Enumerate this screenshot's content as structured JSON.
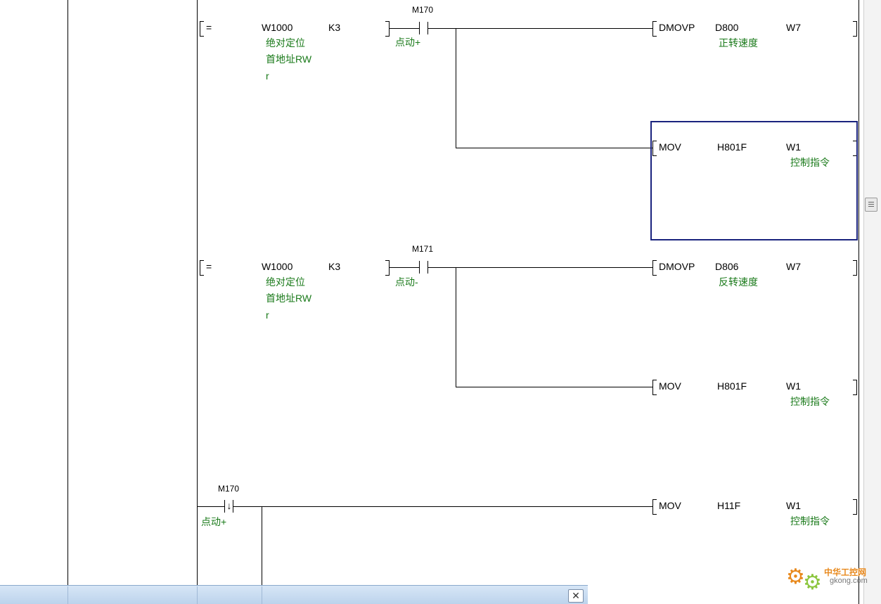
{
  "rungs": [
    {
      "compare": {
        "op": "=",
        "operand1": "W1000",
        "operand1_comment": [
          "绝对定位",
          "首地址RW",
          "r"
        ],
        "operand2": "K3"
      },
      "contact": {
        "device": "M170",
        "comment": "点动+"
      },
      "outputs": [
        {
          "instruction": "DMOVP",
          "operand1": "D800",
          "operand1_comment": "正转速度",
          "operand2": "W7",
          "operand2_comment": ""
        },
        {
          "instruction": "MOV",
          "operand1": "H801F",
          "operand1_comment": "",
          "operand2": "W1",
          "operand2_comment": "控制指令"
        }
      ]
    },
    {
      "compare": {
        "op": "=",
        "operand1": "W1000",
        "operand1_comment": [
          "绝对定位",
          "首地址RW",
          "r"
        ],
        "operand2": "K3"
      },
      "contact": {
        "device": "M171",
        "comment": "点动-"
      },
      "outputs": [
        {
          "instruction": "DMOVP",
          "operand1": "D806",
          "operand1_comment": "反转速度",
          "operand2": "W7",
          "operand2_comment": ""
        },
        {
          "instruction": "MOV",
          "operand1": "H801F",
          "operand1_comment": "",
          "operand2": "W1",
          "operand2_comment": "控制指令"
        }
      ]
    },
    {
      "contact": {
        "device": "M170",
        "comment": "点动+",
        "type": "falling-edge"
      },
      "outputs": [
        {
          "instruction": "MOV",
          "operand1": "H11F",
          "operand1_comment": "",
          "operand2": "W1",
          "operand2_comment": "控制指令"
        }
      ]
    }
  ],
  "taskbar": {
    "close_symbol": "✕"
  },
  "watermark": {
    "cn": "中华工控网",
    "en": "gkong.com"
  },
  "colors": {
    "comment": "#1a7a1a",
    "cursor": "#1a237e",
    "taskbar": "#c9dcf0",
    "watermark": "#e8891d"
  }
}
